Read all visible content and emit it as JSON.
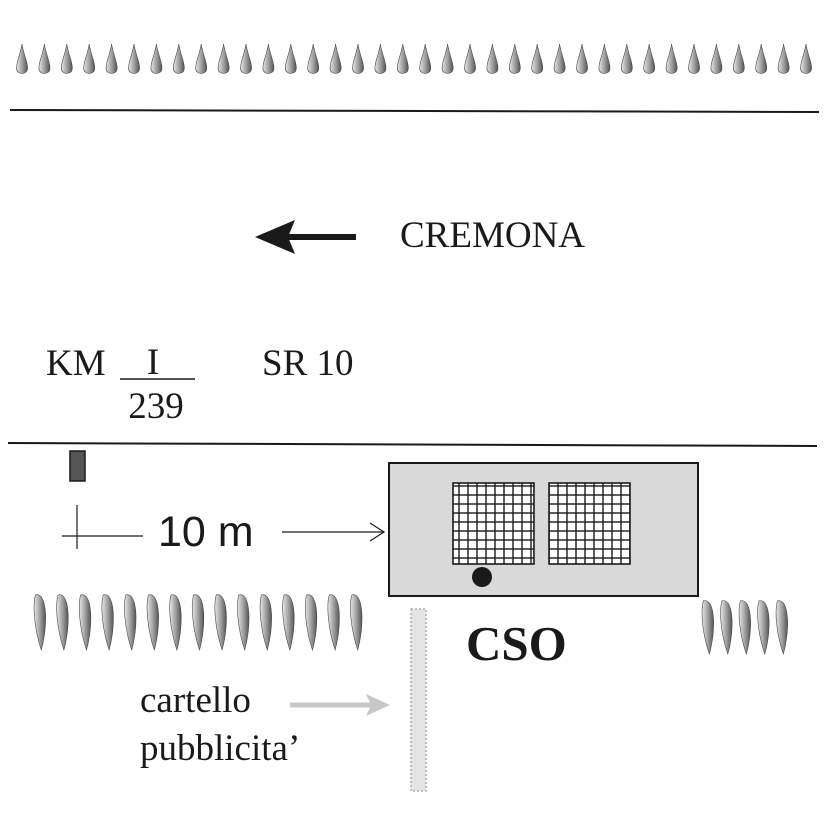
{
  "road": {
    "direction_label": "CREMONA",
    "km_prefix": "KM",
    "km_numerator": "I",
    "km_denominator": "239",
    "road_code": "SR 10"
  },
  "distance": {
    "label": "10 m"
  },
  "building": {
    "label": "CSO"
  },
  "sign": {
    "label_line1": "cartello",
    "label_line2": "pubblicita’"
  },
  "colors": {
    "line": "#1a1a1a",
    "building_fill": "#d9d9d9",
    "sign_gray": "#c8c8c8",
    "marker": "#555555"
  },
  "icons": {
    "tree": "tree-icon",
    "arrow": "arrow-left-icon",
    "marker": "pole-marker-icon",
    "dot": "dot-icon"
  }
}
